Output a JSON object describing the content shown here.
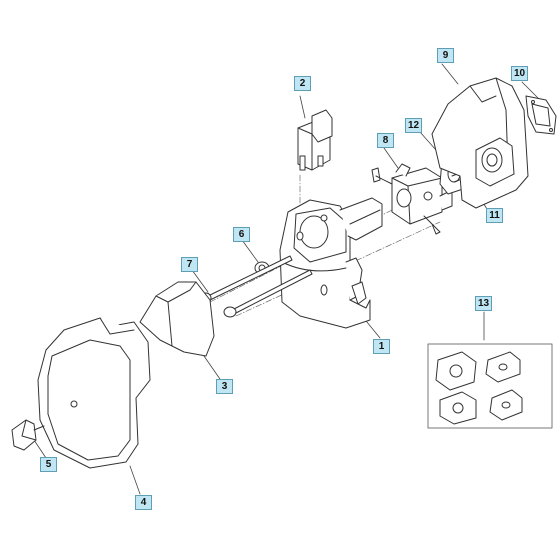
{
  "callouts": {
    "p1": "1",
    "p2": "2",
    "p3": "3",
    "p4": "4",
    "p5": "5",
    "p6": "6",
    "p7": "7",
    "p8": "8",
    "p9": "9",
    "p10": "10",
    "p11": "11",
    "p12": "12",
    "p13": "13"
  },
  "colors": {
    "outline": "#333333",
    "callout_fill": "#bfe6f2",
    "callout_border": "#5f9fb6"
  }
}
